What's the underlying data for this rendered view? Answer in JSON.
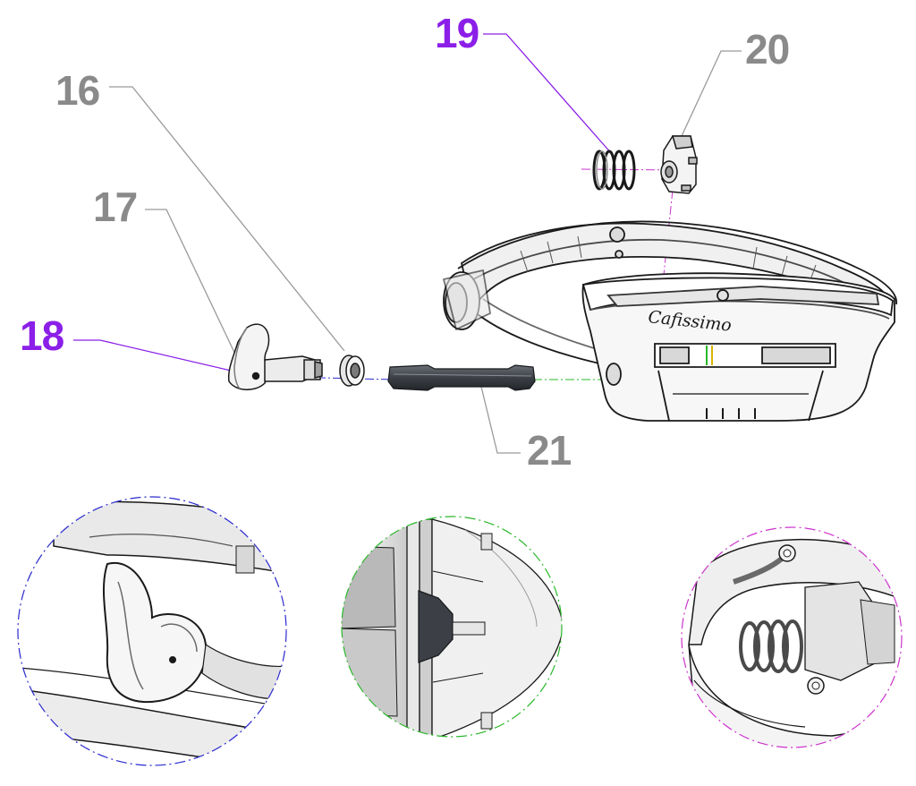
{
  "callouts": [
    {
      "id": "16",
      "label": "16",
      "color": "#8a8a8a"
    },
    {
      "id": "17",
      "label": "17",
      "color": "#8a8a8a"
    },
    {
      "id": "18",
      "label": "18",
      "color": "#8b1fe8"
    },
    {
      "id": "19",
      "label": "19",
      "color": "#8b1fe8"
    },
    {
      "id": "20",
      "label": "20",
      "color": "#8a8a8a"
    },
    {
      "id": "21",
      "label": "21",
      "color": "#8a8a8a"
    }
  ],
  "brand_script": "Cafissimo",
  "detail_views": [
    {
      "name": "lever-detail",
      "border_color": "#2a2ad0"
    },
    {
      "name": "axle-detail",
      "border_color": "#2ab82a"
    },
    {
      "name": "spring-detail",
      "border_color": "#cc33cc"
    }
  ],
  "colors": {
    "part_outline": "#1a1a1a",
    "part_fill": "#f2f2f2",
    "shadow": "#bdbdbd",
    "axle": "#3c4046"
  }
}
